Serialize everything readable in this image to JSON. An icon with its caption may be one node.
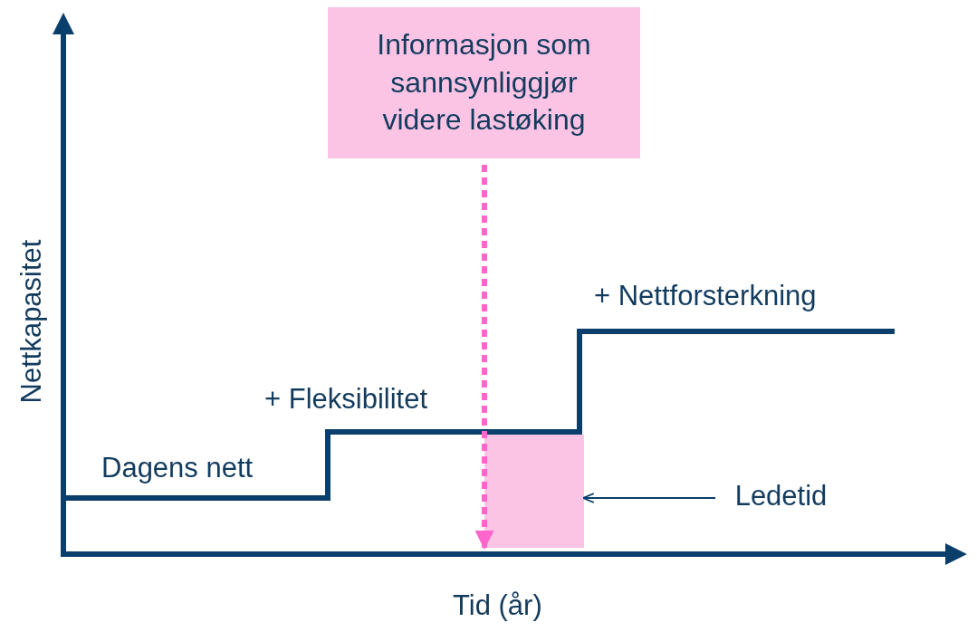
{
  "diagram": {
    "nodes": [
      {
        "text": [
          "Informasjon som sannsynliggjør videre lastøking"
        ]
      },
      {
        "text": [
          "Ledetid"
        ]
      },
      {
        "text": [],
        "shape": "box"
      }
    ],
    "edges": [
      {
        "from": 0,
        "to": 2,
        "arrow": "to",
        "style": "dashed",
        "color": "#ff66cc"
      },
      {
        "from": 1,
        "to": 2,
        "arrow": "to",
        "color": "#0b3f6b"
      }
    ],
    "labels": [
      "Nettkapasitet",
      "+ Nettforsterkning",
      "+ Fleksibilitet",
      "Dagens nett",
      "Tid (år)"
    ]
  }
}
